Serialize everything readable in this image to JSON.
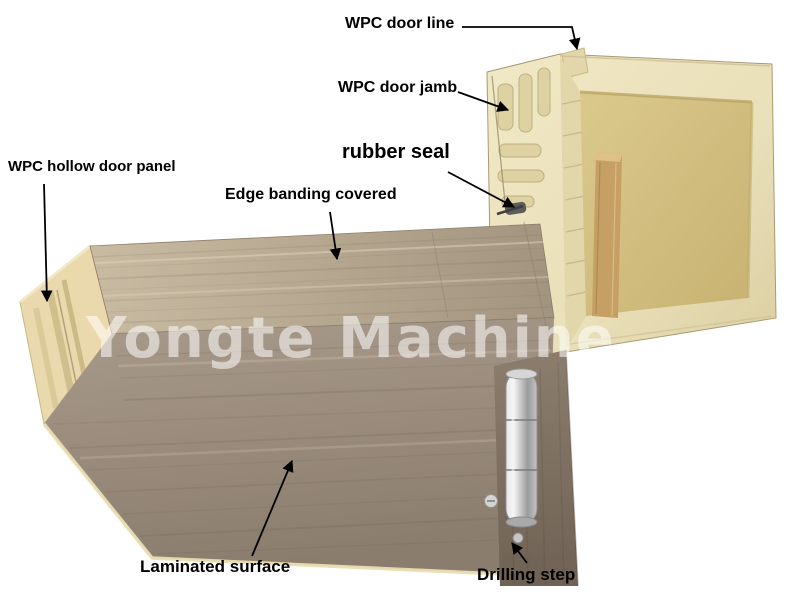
{
  "watermark": {
    "text": "Yongte Machine"
  },
  "labels": {
    "wpc_door_line": "WPC door line",
    "wpc_door_jamb": "WPC door jamb",
    "rubber_seal": "rubber seal",
    "wpc_hollow_door_panel": "WPC hollow door panel",
    "edge_banding_covered": "Edge banding covered",
    "laminated_surface": "Laminated surface",
    "drilling_step": "Drilling step"
  },
  "colors": {
    "background": "#ffffff",
    "wpc_profile_cream": "#ece2bd",
    "frame_cavity_tan": "#d6c487",
    "wood_strip": "#c59f63",
    "door_top_surface": "#c4b59d",
    "door_front_surface": "#a5978a",
    "door_edge_strip": "#857667",
    "hinge_metal": "#c9c9c9",
    "rubber_seal": "#5c5c5c",
    "label_text": "#000000",
    "watermark_text": "rgba(255,255,255,0.55)"
  }
}
